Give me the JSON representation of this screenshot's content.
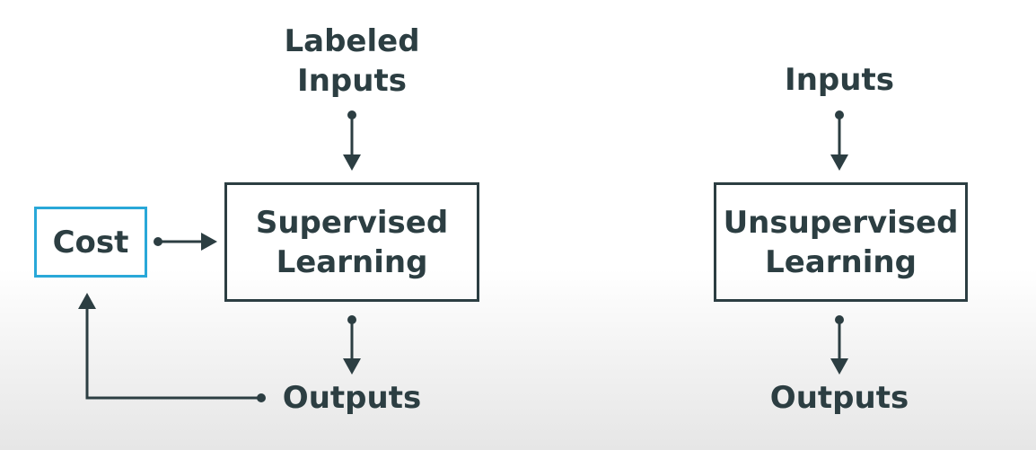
{
  "colors": {
    "ink": "#2c3e42",
    "accent": "#29a8d8"
  },
  "supervised": {
    "input_line1": "Labeled",
    "input_line2": "Inputs",
    "box_line1": "Supervised",
    "box_line2": "Learning",
    "output": "Outputs",
    "cost": "Cost"
  },
  "unsupervised": {
    "input": "Inputs",
    "box_line1": "Unsupervised",
    "box_line2": "Learning",
    "output": "Outputs"
  }
}
